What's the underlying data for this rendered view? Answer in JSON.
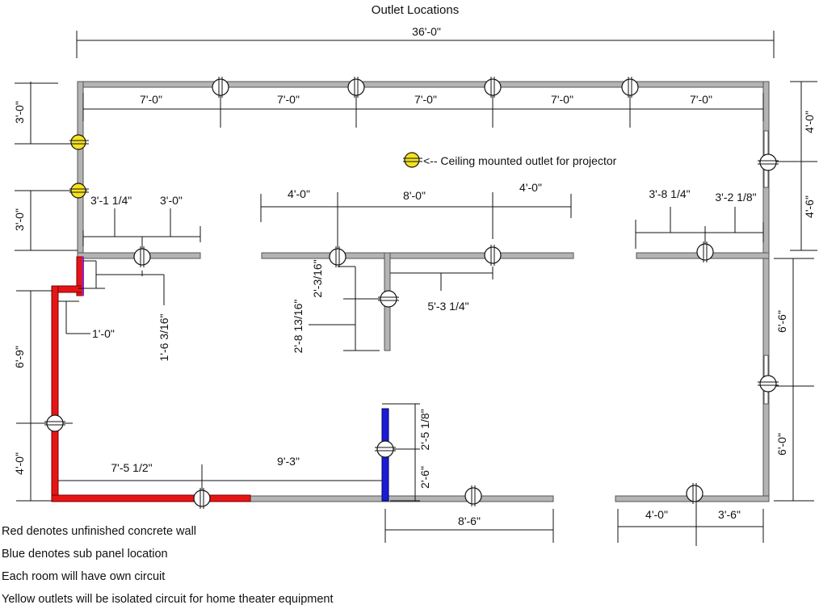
{
  "title": "Outlet Locations",
  "legend_text": "<-- Ceiling mounted outlet for projector",
  "dimensions": {
    "overall": "36'-0\"",
    "top_1": "7'-0\"",
    "top_2": "7'-0\"",
    "top_3": "7'-0\"",
    "top_4": "7'-0\"",
    "top_5": "7'-0\"",
    "left_upper": "3'-0\"",
    "left_lower": "3'-0\"",
    "left_6_9": "6'-9\"",
    "left_4_0": "4'-0\"",
    "right_4_0a": "4'-0\"",
    "right_4_6": "4'-6\"",
    "right_6_6": "6'-6\"",
    "right_6_0": "6'-0\"",
    "lw_1": "3'-1 1/4\"",
    "lw_2": "3'-0\"",
    "lw_drop": "1'-6 3/16\"",
    "lw_offset": "1'-0\"",
    "mid_1": "4'-0\"",
    "mid_2": "8'-0\"",
    "mid_3": "4'-0\"",
    "mid_v1": "2'-3/16\"",
    "mid_v2": "2'-8 13/16\"",
    "mid_h": "5'-3 1/4\"",
    "rw_1": "3'-8 1/4\"",
    "rw_2": "3'-2 1/8\"",
    "bot_1": "7'-5 1/2\"",
    "bot_2": "9'-3\"",
    "blue_1": "2'-5 1/8\"",
    "blue_2": "2'-6\"",
    "bot_8_6": "8'-6\"",
    "br_1": "4'-0\"",
    "br_2": "3'-6\""
  },
  "notes": [
    "Red denotes unfinished concrete wall",
    "Blue denotes sub panel location",
    "Each room will have own circuit",
    "Yellow outlets will be isolated circuit for home theater equipment"
  ],
  "colors": {
    "wall": "#b4b4b4",
    "concrete_wall": "#e51515",
    "sub_panel": "#1b1bd6",
    "ceiling_outlet": "#f5e21e",
    "line": "#111111"
  }
}
